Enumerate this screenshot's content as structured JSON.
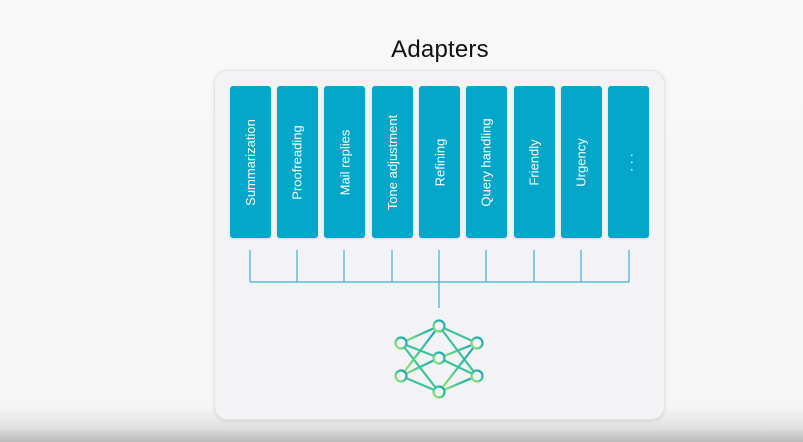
{
  "title": "Adapters",
  "adapters": [
    "Summarization",
    "Proofreading",
    "Mail replies",
    "Tone adjustment",
    "Refining",
    "Query handling",
    "Friendly",
    "Urgency",
    ". . ."
  ],
  "colors": {
    "adapter": "#04a6c9",
    "connector": "#3ab2cd",
    "network_gradient": [
      "#9be05a",
      "#1aa6b7"
    ]
  },
  "icons": {
    "model": "neural-network-icon"
  }
}
